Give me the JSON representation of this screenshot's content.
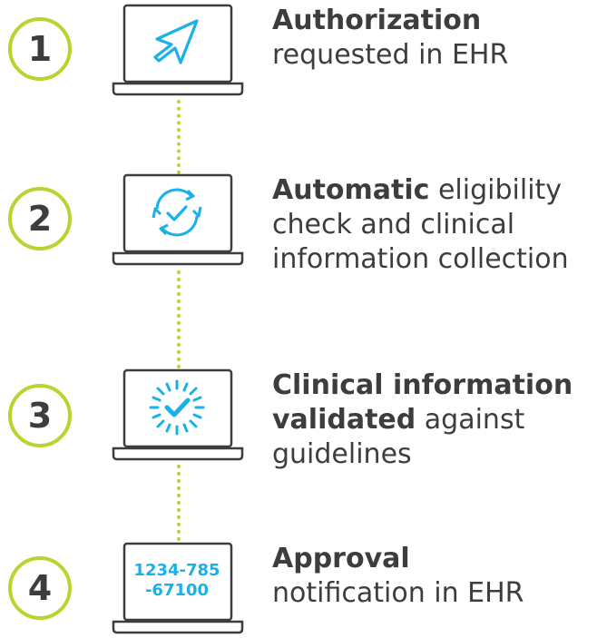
{
  "steps": [
    {
      "number": "1",
      "bold": "Authorization",
      "rest_line1": "",
      "line2": "requested in EHR",
      "line3": "",
      "icon": "cursor-arrow-icon"
    },
    {
      "number": "2",
      "bold": "Automatic",
      "rest_line1": " eligibility",
      "line2": "check and clinical",
      "line3": "information collection",
      "icon": "sync-check-icon"
    },
    {
      "number": "3",
      "bold": "Clinical information",
      "bold2": "validated",
      "rest_line2": " against",
      "line3": "guidelines",
      "icon": "burst-check-icon"
    },
    {
      "number": "4",
      "bold": "Approval",
      "line2": "notification in EHR",
      "icon": "authorization-code",
      "code_line1": "1234-785",
      "code_line2": "-67100"
    }
  ],
  "colors": {
    "accent_green": "#b7d531",
    "icon_blue": "#1ab0e8",
    "text_dark": "#3d3d3d"
  }
}
